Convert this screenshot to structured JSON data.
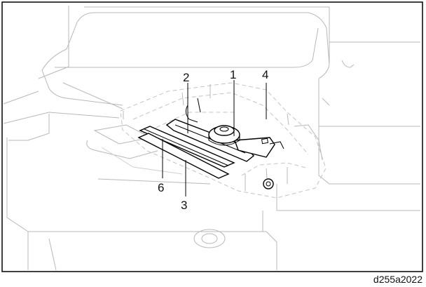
{
  "figure": {
    "caption": "d255a2022",
    "callouts": [
      {
        "id": "1",
        "label": "1"
      },
      {
        "id": "2",
        "label": "2"
      },
      {
        "id": "3",
        "label": "3"
      },
      {
        "id": "4",
        "label": "4"
      },
      {
        "id": "6",
        "label": "6"
      }
    ]
  }
}
